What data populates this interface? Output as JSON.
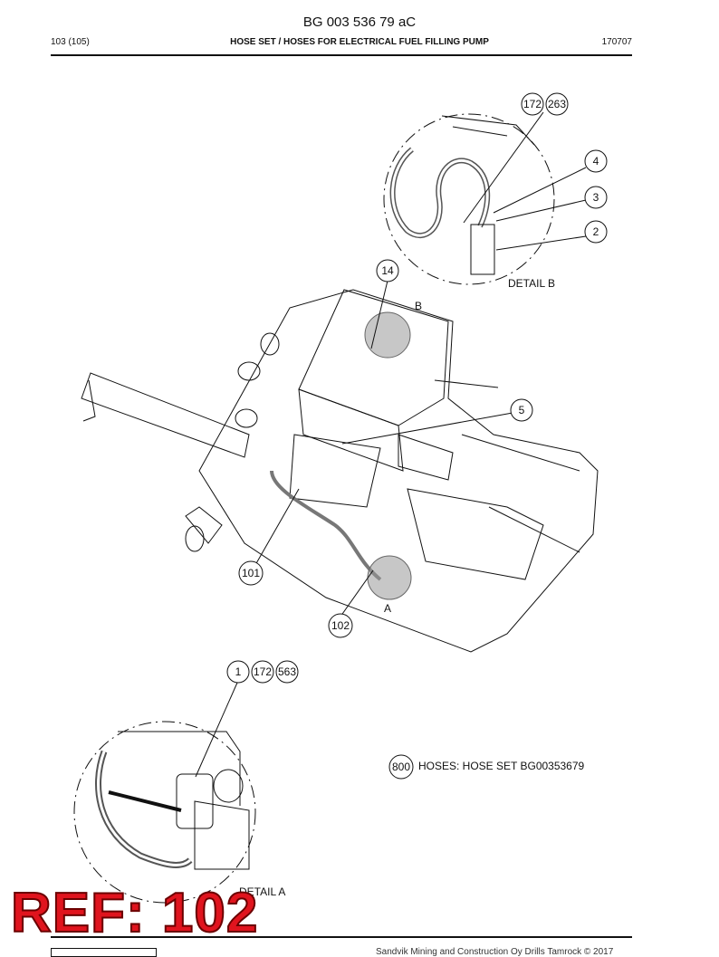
{
  "document": {
    "title": "BG 003 536 79 aC",
    "page": "103 (105)",
    "section": "HOSE SET / HOSES FOR ELECTRICAL FUEL FILLING PUMP",
    "date": "170707"
  },
  "callouts": {
    "c172a": "172",
    "c263": "263",
    "c4": "4",
    "c3": "3",
    "c2": "2",
    "c14": "14",
    "c5": "5",
    "c101": "101",
    "c102": "102",
    "c1": "1",
    "c172b": "172",
    "c563": "563",
    "c800": "800"
  },
  "labels": {
    "detail_b": "DETAIL B",
    "detail_a": "DETAIL A",
    "marker_b": "B",
    "marker_a": "A"
  },
  "note": {
    "text": "HOSES: HOSE SET BG00353679"
  },
  "stamp": {
    "text": "REF: 102",
    "color": "#e0141e"
  },
  "footer": {
    "text": "Sandvik Mining and Construction Oy Drills Tamrock © 2017"
  }
}
